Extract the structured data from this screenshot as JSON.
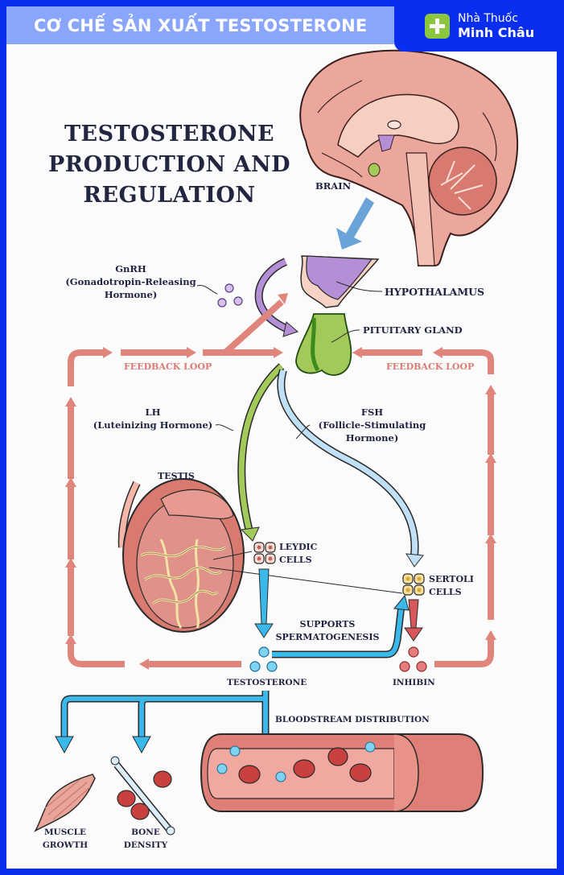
{
  "header": {
    "banner_title": "CƠ CHẾ SẢN XUẤT TESTOSTERONE",
    "brand_line1": "Nhà Thuốc",
    "brand_line2": "Minh Châu",
    "brand_icon": "plus-cross-icon"
  },
  "diagram": {
    "title_lines": [
      "TESTOSTERONE",
      "PRODUCTION AND",
      "REGULATION"
    ],
    "labels": {
      "brain": "BRAIN",
      "gnrh": "GnRH",
      "gnrh_full_1": "(Gonadotropin-Releasing",
      "gnrh_full_2": "Hormone)",
      "hypothalamus": "HYPOTHALAMUS",
      "pituitary": "PITUITARY GLAND",
      "feedback_left": "FEEDBACK LOOP",
      "feedback_right": "FEEDBACK LOOP",
      "lh": "LH",
      "lh_full": "(Luteinizing Hormone)",
      "fsh": "FSH",
      "fsh_full_1": "(Follicle-Stimulating",
      "fsh_full_2": "Hormone)",
      "testis": "TESTIS",
      "leydig_1": "LEYDIC",
      "leydig_2": "CELLS",
      "sertoli_1": "SERTOLI",
      "sertoli_2": "CELLS",
      "supports_1": "SUPPORTS",
      "supports_2": "SPERMATOGENESIS",
      "testosterone": "TESTOSTERONE",
      "inhibin": "INHIBIN",
      "bloodstream": "BLOODSTREAM DISTRIBUTION",
      "muscle_1": "MUSCLE",
      "muscle_2": "GROWTH",
      "bone_1": "BONE",
      "bone_2": "DENSITY"
    },
    "colors": {
      "frame_blue": "#0a2ef0",
      "banner_blue": "#8aa6fb",
      "brand_green": "#8cc63f",
      "feedback_pink": "#e0857c",
      "gnrh_purple": "#b48fd6",
      "lh_green": "#a3c95a",
      "fsh_blue": "#bfe0f7",
      "testosterone_blue": "#3bb8ea",
      "inhibin_red": "#d9565a",
      "brain_pink": "#e9a59a",
      "title_navy": "#222640"
    }
  }
}
